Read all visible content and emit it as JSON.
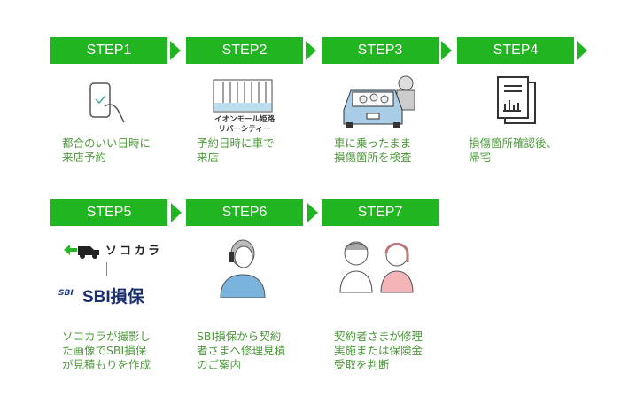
{
  "steps": [
    {
      "label": "STEP1",
      "desc": "都合のいい日時に\n来店予約",
      "icon": "smartphone-check-icon"
    },
    {
      "label": "STEP2",
      "desc": "予約日時に車で\n来店",
      "icon": "mall-building-icon",
      "caption": "イオンモール姫路\nリバーシティー"
    },
    {
      "label": "STEP3",
      "desc": "車に乗ったまま\n損傷箇所を検査",
      "icon": "car-inspection-icon"
    },
    {
      "label": "STEP4",
      "desc": "損傷箇所確認後、\n帰宅",
      "icon": "document-chart-icon"
    },
    {
      "label": "STEP5",
      "desc": "ソコカラが撮影し\nた画像でSBI損保\nが見積もりを作成",
      "icon": "sokokara-sbi-logos",
      "logo1": "ソコカラ",
      "logo2": "SBI損保"
    },
    {
      "label": "STEP6",
      "desc": "SBI損保から契約\n者さまへ修理見積\nのご案内",
      "icon": "person-phone-icon"
    },
    {
      "label": "STEP7",
      "desc": "契約者さまが修理\n実施または保険金\n受取を判断",
      "icon": "couple-thinking-icon"
    }
  ],
  "colors": {
    "green": "#22b522",
    "text": "#4d9a3c"
  }
}
